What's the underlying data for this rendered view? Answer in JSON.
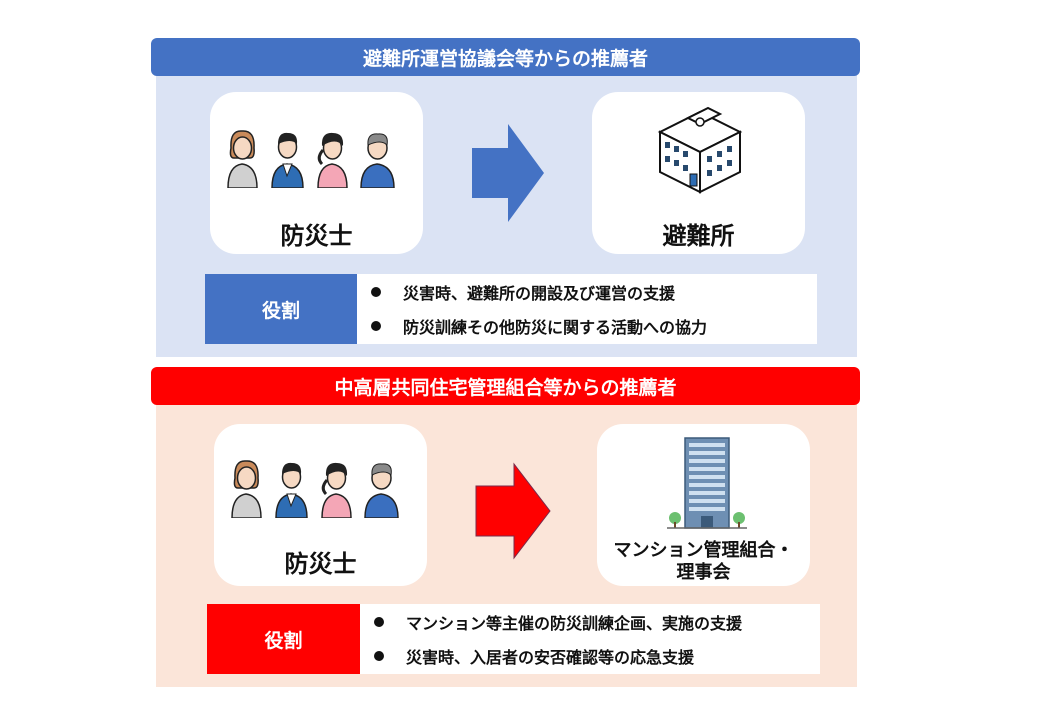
{
  "sections": [
    {
      "header": "避難所運営協議会等からの推薦者",
      "source_label": "防災士",
      "target_label": "避難所",
      "role_label": "役割",
      "roles": [
        "災害時、避難所の開設及び運営の支援",
        "防災訓練その他防災に関する活動への協力"
      ],
      "accent": "#4472c4",
      "panel_bg": "#dbe3f4",
      "target_icon": "school-building-icon"
    },
    {
      "header": "中高層共同住宅管理組合等からの推薦者",
      "source_label": "防災士",
      "target_label_line1": "マンション管理組合・",
      "target_label_line2": "理事会",
      "role_label": "役割",
      "roles": [
        "マンション等主催の防災訓練企画、実施の支援",
        "災害時、入居者の安否確認等の応急支援"
      ],
      "accent": "#ff0000",
      "panel_bg": "#fbe5d9",
      "target_icon": "apartment-tower-icon"
    }
  ]
}
